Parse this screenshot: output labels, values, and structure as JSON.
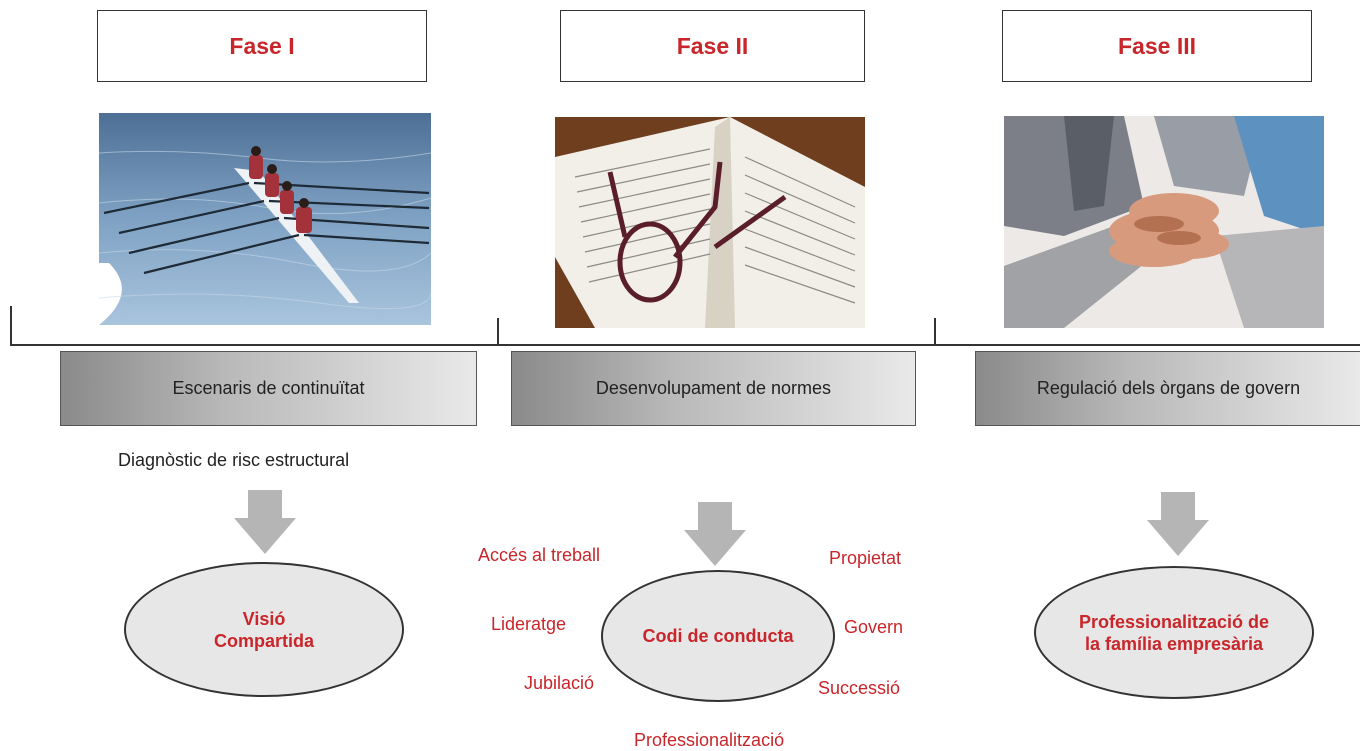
{
  "phases": [
    {
      "title": "Fase I",
      "photo": "rowing-crew-photo",
      "stage": "Escenaris de continuïtat",
      "outcome": "Visió Compartida"
    },
    {
      "title": "Fase II",
      "photo": "open-book-glasses-photo",
      "stage": "Desenvolupament de normes",
      "outcome": "Codi de conducta"
    },
    {
      "title": "Fase III",
      "photo": "stacked-hands-photo",
      "stage": "Regulació dels òrgans de govern",
      "outcome": "Professionalització de la família empresària"
    }
  ],
  "phase1_note": "Diagnòstic de risc estructural",
  "phase2_topics": {
    "acces": "Accés al treball",
    "propietat": "Propietat",
    "lideratge": "Lideratge",
    "govern": "Govern",
    "jubilacio": "Jubilació",
    "successio": "Successió",
    "professionalitzacio": "Professionalització"
  },
  "colors": {
    "accent_red": "#c8262a",
    "oval_fill": "#e7e7e7",
    "arrow_gray": "#b5b5b5"
  }
}
